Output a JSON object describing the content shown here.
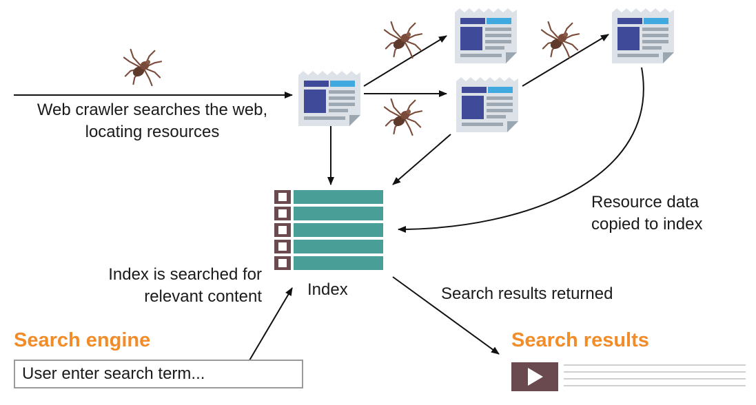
{
  "colors": {
    "accent_orange": "#F28C28",
    "index_teal": "#4A9E98",
    "index_box": "#6B4A4F",
    "page_dark_blue": "#3F4A99",
    "page_light_blue": "#3FA9E0",
    "page_gray": "#C9D1D8",
    "spider_brown": "#7A4B3A",
    "play_box": "#6B4A4F"
  },
  "icons": [
    "spider-icon",
    "web-page-icon",
    "index-icon",
    "play-icon"
  ],
  "labels": {
    "crawler_line1": "Web crawler searches the web,",
    "crawler_line2": "locating resources",
    "resource_line1": "Resource data",
    "resource_line2": "copied to index",
    "index_searched_line1": "Index is searched for",
    "index_searched_line2": "relevant content",
    "index_label": "Index",
    "results_returned": "Search results returned"
  },
  "headings": {
    "search_engine": "Search engine",
    "search_results": "Search results"
  },
  "search_box": {
    "value": "User enter search term..."
  }
}
